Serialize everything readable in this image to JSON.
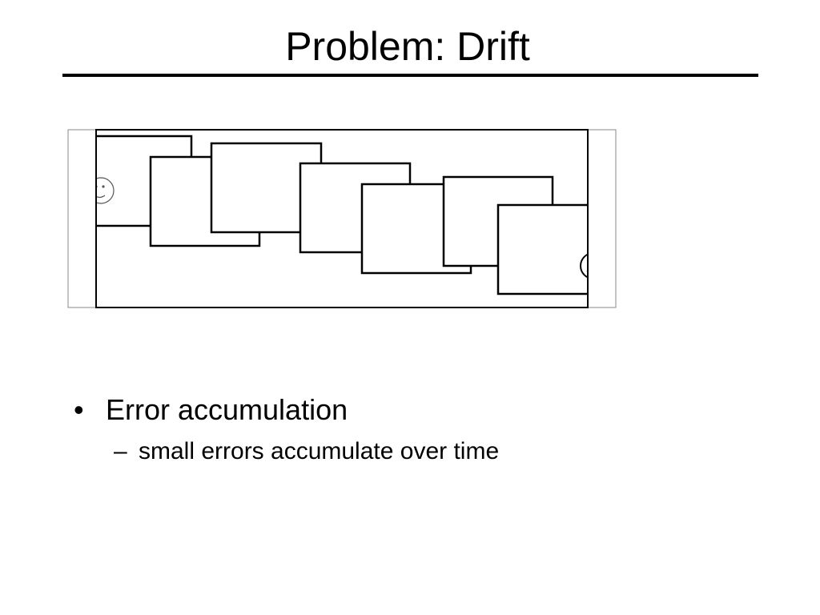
{
  "slide": {
    "title": "Problem:  Drift"
  },
  "bullets": [
    {
      "marker": "•",
      "text": "Error accumulation",
      "sub": [
        {
          "marker": "–",
          "text": "small errors accumulate over time"
        }
      ]
    }
  ],
  "diagram": {
    "frame_color": "#000000",
    "side_strip_color": "#888888",
    "frame_count": 7,
    "start_icon": "smiley-face-icon",
    "end_icon": "smiley-face-icon"
  }
}
